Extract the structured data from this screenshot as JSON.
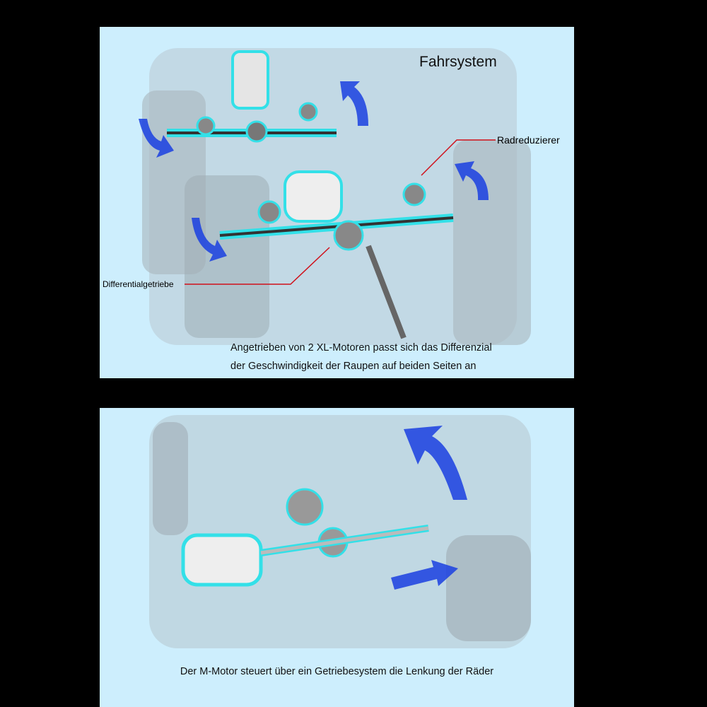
{
  "top_panel": {
    "title": "Fahrsystem",
    "label_wheel_reducer": "Radreduzierer",
    "label_differential": "Differentialgetriebe",
    "caption_line1": "Angetrieben von 2 XL-Motoren passt sich das Differenzial",
    "caption_line2": "der Geschwindigkeit der Raupen auf beiden Seiten an"
  },
  "bottom_panel": {
    "caption": "Der M-Motor steuert über ein Getriebesystem die Lenkung der Räder"
  },
  "colors": {
    "background": "#cdeefd",
    "highlight": "#33e0e8",
    "arrow": "#1a3fe0",
    "leader": "#d0101a"
  }
}
